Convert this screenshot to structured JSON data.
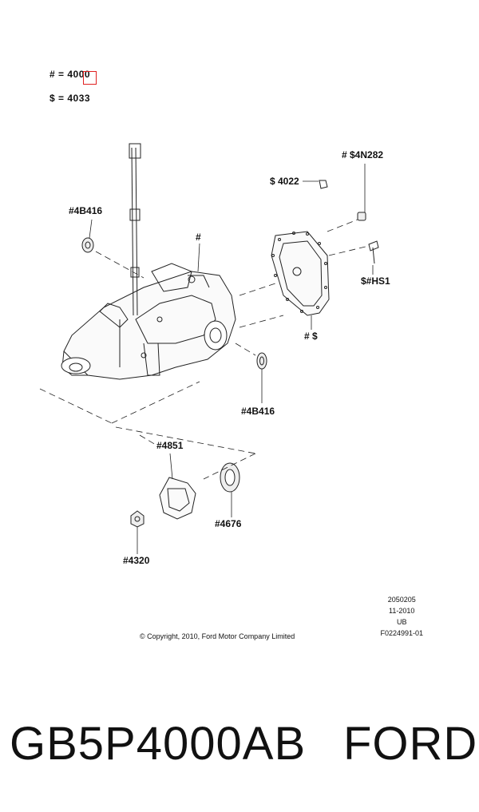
{
  "legend": {
    "line1": "# = 4000",
    "line2": "$ = 4033"
  },
  "callouts": {
    "hash_s4n282": "# $4N282",
    "s4022": "$ 4022",
    "hash_4b416_top": "#4B416",
    "hash_main": "#",
    "s_hash_hs1": "$#HS1",
    "hash_s": "# $",
    "hash_4b416_bottom": "#4B416",
    "hash_4851": "#4851",
    "hash_4676": "#4676",
    "hash_4320": "#4320"
  },
  "meta": {
    "code": "2050205",
    "date": "11-2010",
    "region": "UB",
    "figure": "F0224991-01"
  },
  "copyright": "© Copyright, 2010, Ford Motor Company Limited",
  "footer": {
    "part_number": "GB5P4000AB",
    "brand": "FORD"
  },
  "colors": {
    "highlight": "#e02020",
    "line": "#222222"
  }
}
